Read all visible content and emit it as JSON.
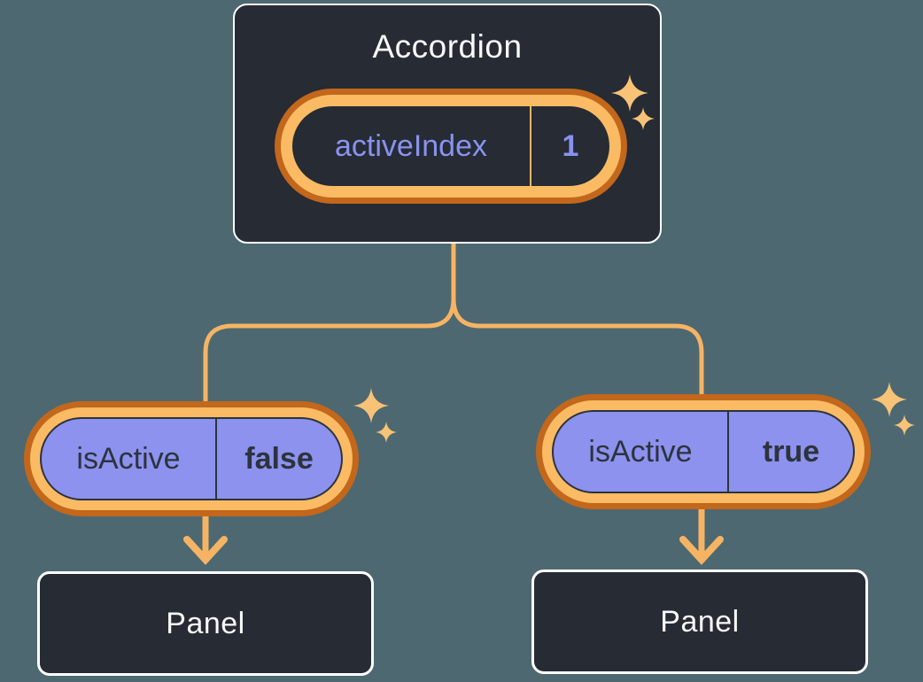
{
  "diagram": {
    "root": {
      "title": "Accordion",
      "state": {
        "label": "activeIndex",
        "value": "1"
      }
    },
    "children": [
      {
        "prop": {
          "label": "isActive",
          "value": "false"
        },
        "panel": {
          "title": "Panel"
        }
      },
      {
        "prop": {
          "label": "isActive",
          "value": "true"
        },
        "panel": {
          "title": "Panel"
        }
      }
    ],
    "icons": {
      "sparkle": "sparkle-icon",
      "arrow": "arrow-down-icon"
    },
    "colors": {
      "background": "#4D6870",
      "node_fill": "#262B34",
      "node_border": "#FFFFFF",
      "prop_fill": "#8C92EE",
      "prop_text": "#2D333C",
      "state_text": "#8A92F0",
      "ring_outer": "#C2671B",
      "ring_inner": "#FABB64",
      "connector": "#F5B464",
      "sparkle": "#F8C377"
    }
  }
}
